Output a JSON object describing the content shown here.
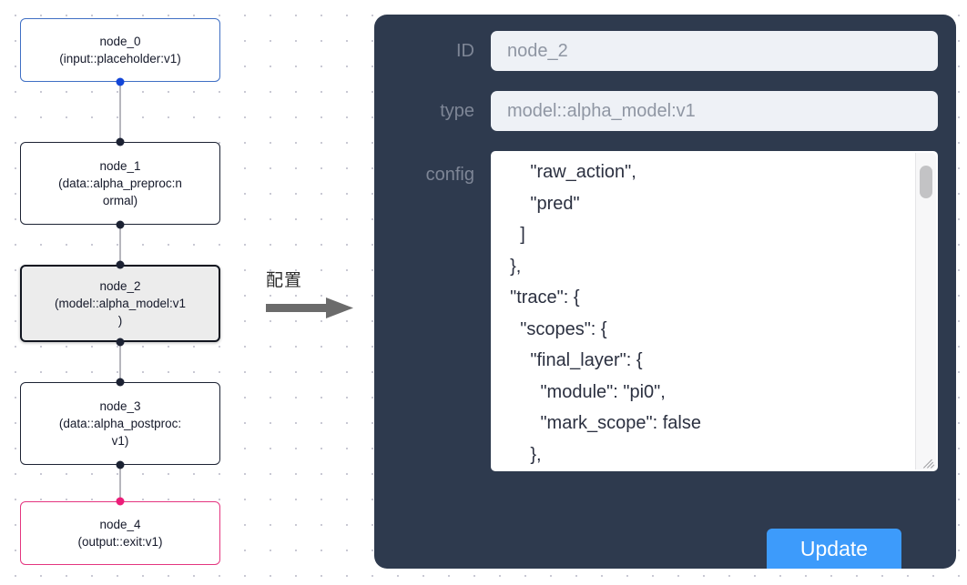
{
  "canvas": {
    "nodes": [
      {
        "id": "node_0",
        "type": "(input::placeholder:v1)",
        "role": "input",
        "selected": false
      },
      {
        "id": "node_1",
        "type_line1": "(data::alpha_preproc:n",
        "type_line2": "ormal)",
        "role": "default",
        "selected": false
      },
      {
        "id": "node_2",
        "type_line1": "(model::alpha_model:v1",
        "type_line2": ")",
        "role": "model",
        "selected": true
      },
      {
        "id": "node_3",
        "type_line1": "(data::alpha_postproc:",
        "type_line2": "v1)",
        "role": "default",
        "selected": false
      },
      {
        "id": "node_4",
        "type": "(output::exit:v1)",
        "role": "output",
        "selected": false
      }
    ],
    "annotation": {
      "label": "配置",
      "arrow": "right-arrow-icon"
    }
  },
  "inspector": {
    "id_label": "ID",
    "id_value": "node_2",
    "type_label": "type",
    "type_value": "model::alpha_model:v1",
    "config_label": "config",
    "config_value": "      \"raw_action\",\n      \"pred\"\n    ]\n  },\n  \"trace\": {\n    \"scopes\": {\n      \"final_layer\": {\n        \"module\": \"pi0\",\n        \"mark_scope\": false\n      },\n      \"action_model\": {",
    "update_label": "Update",
    "scrollbar": "vertical-scrollbar",
    "resize_handle": "resize-handle-icon"
  },
  "colors": {
    "panel_bg": "#2e3a4e",
    "input_bg": "#eef1f6",
    "label_gray": "#7e8696",
    "accent_blue": "#3d9bfb",
    "node_input_border": "#3f6fc4",
    "node_output_border": "#e4357f",
    "node_default_border": "#1c2233",
    "node_selected_bg": "#ececec",
    "port_blue": "#1346d8",
    "port_pink": "#ec1e79",
    "edge_gray": "#b6b6bd"
  }
}
